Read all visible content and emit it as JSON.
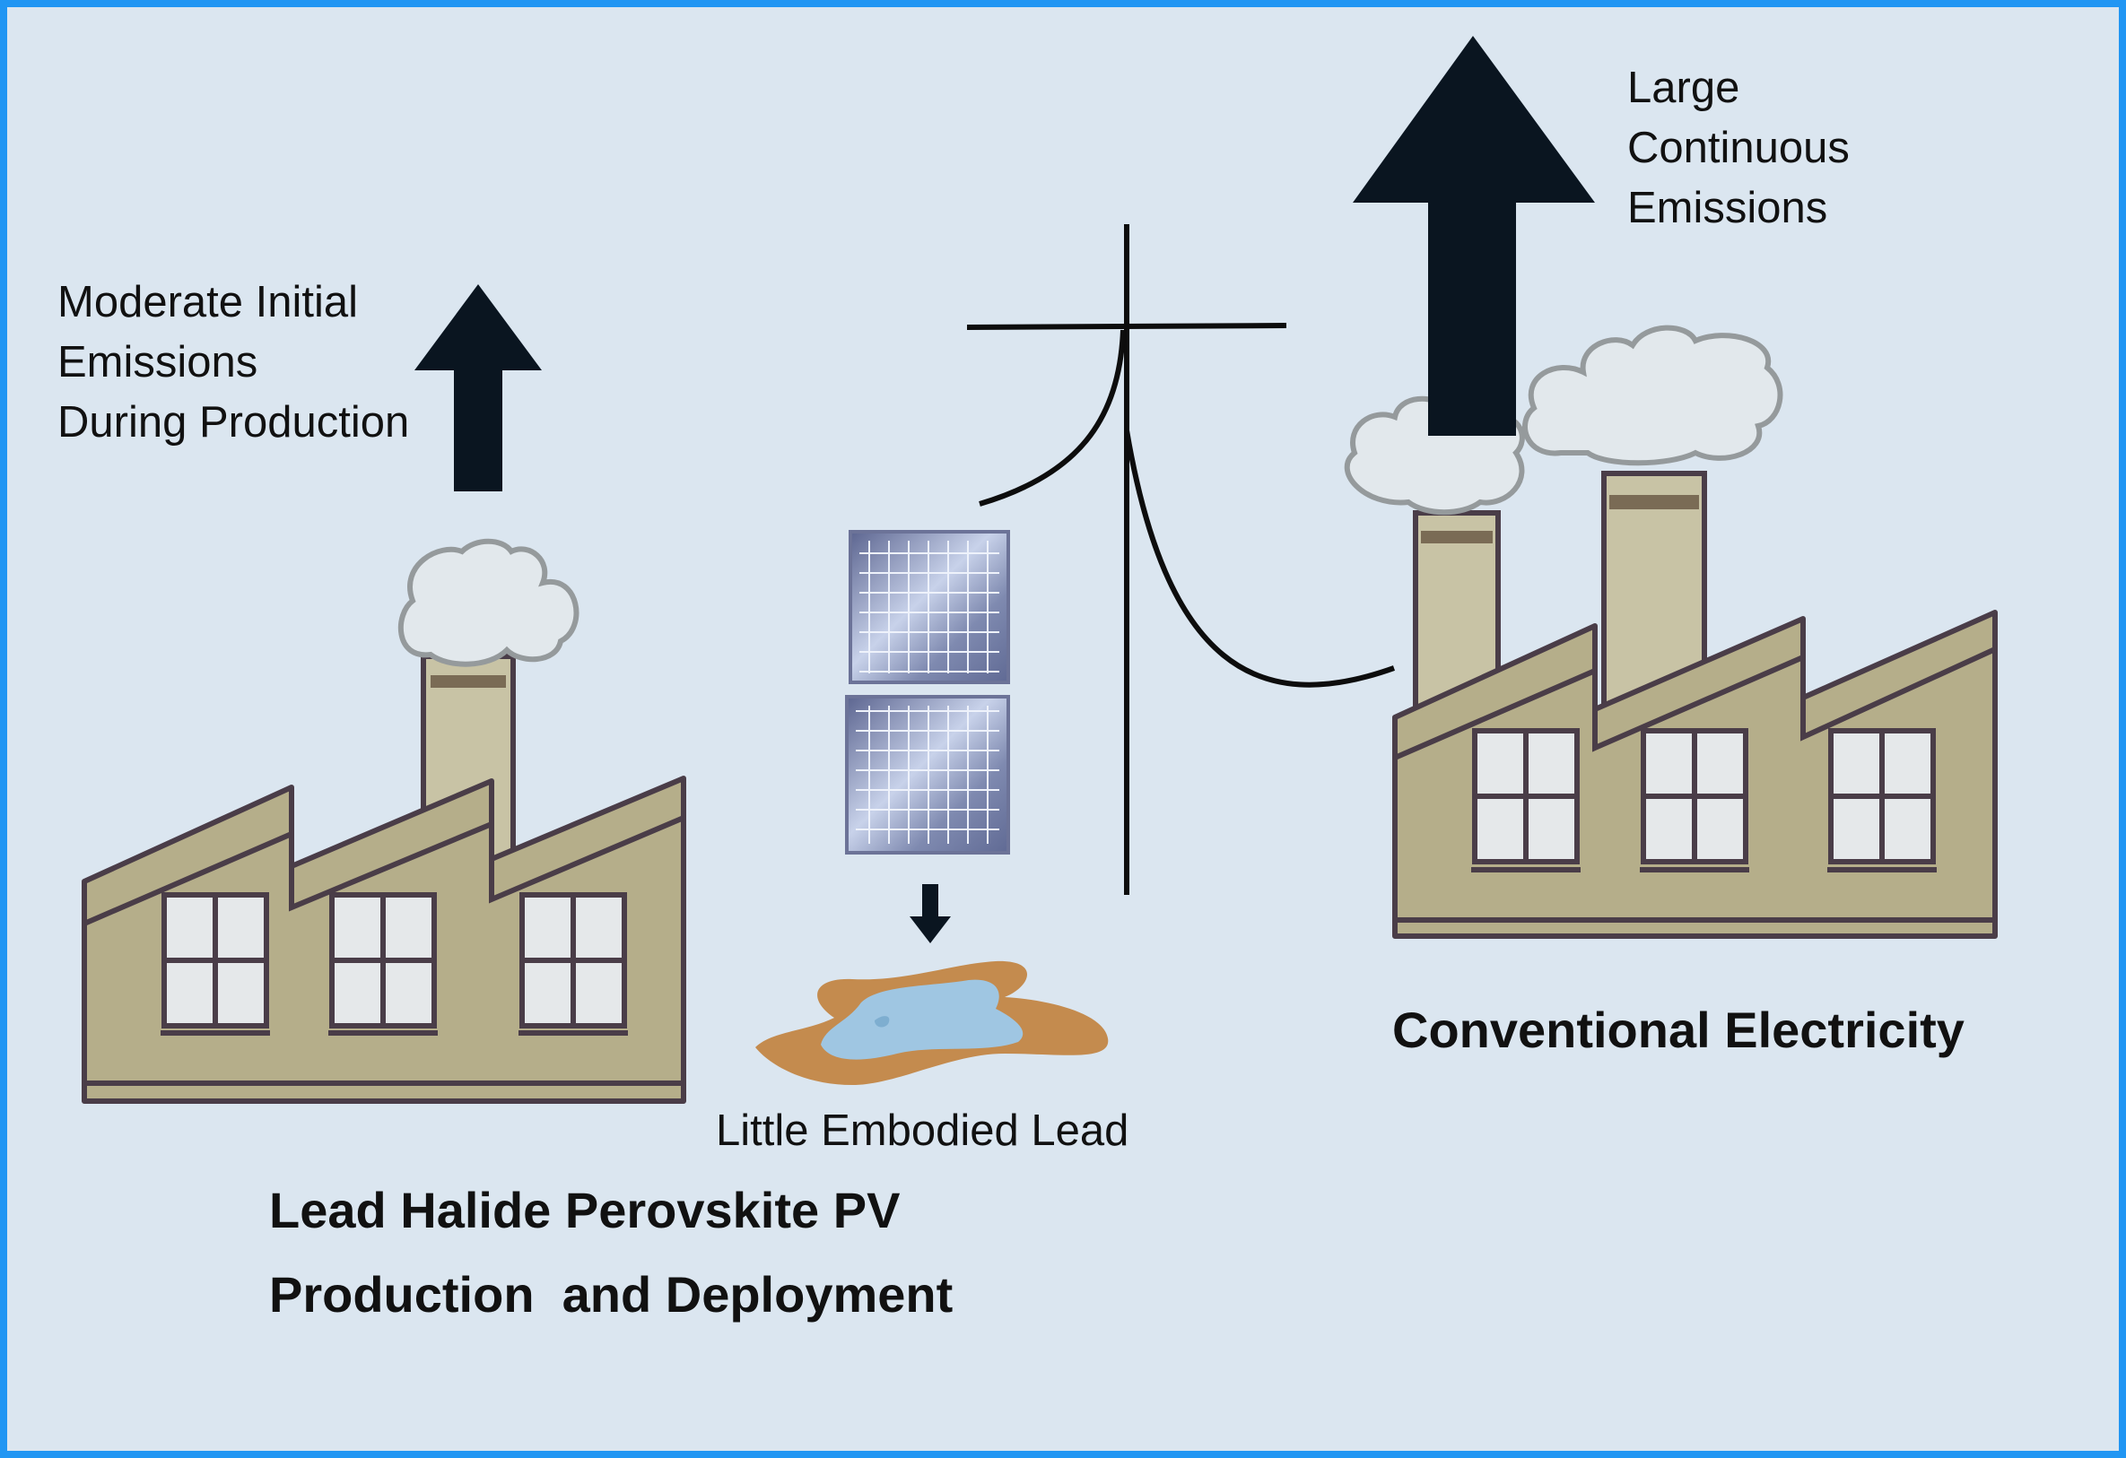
{
  "diagram": {
    "colors": {
      "background": "#dbe6f0",
      "border": "#2196f3",
      "factory_wall": "#b5ae8a",
      "factory_outline": "#4a3d48",
      "chimney": "#c8c3a5",
      "window_glass": "#e5e8ea",
      "smoke_fill": "#e2e8ec",
      "smoke_outline": "#959a9c",
      "arrow": "#0a1520",
      "panel": "#8c93b8",
      "puddle_outer": "#c48b4e",
      "puddle_inner": "#9fc6e2"
    },
    "icons": {
      "left_factory": "factory-icon",
      "right_factory": "factory-icon",
      "left_smoke": "smoke-cloud-icon",
      "right_smoke": "smoke-cloud-icon",
      "solar_panels": "solar-panel-icon",
      "utility_pole": "power-pole-icon",
      "lead_puddle": "puddle-icon",
      "emission_arrows": "arrow-up-icon",
      "leak_arrow": "arrow-down-icon"
    },
    "labels": {
      "moderate_emissions": [
        "Moderate Initial",
        "Emissions",
        "During Production"
      ],
      "large_emissions": [
        "Large",
        "Continuous",
        "Emissions"
      ],
      "little_lead": "Little Embodied Lead",
      "conventional": "Conventional Electricity",
      "perovskite_title": [
        "Lead Halide Perovskite PV",
        "Production  and Deployment"
      ]
    }
  }
}
